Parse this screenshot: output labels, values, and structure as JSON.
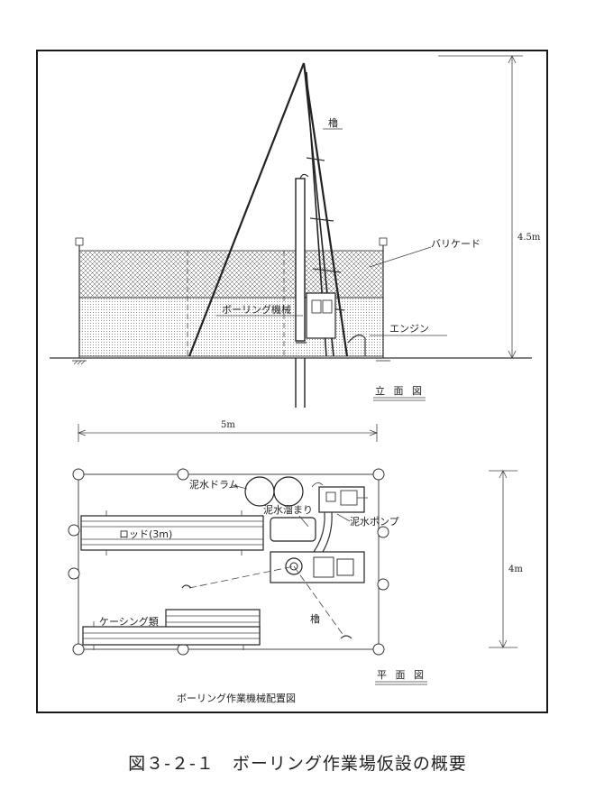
{
  "elevation": {
    "labels": {
      "pole": "櫓",
      "barricade": "バリケード",
      "boring_machine": "ボーリング機械",
      "engine": "エンジン",
      "height_dim": "4.5m"
    },
    "view_title": "立 面 図"
  },
  "plan": {
    "labels": {
      "width_dim": "5m",
      "depth_dim": "4m",
      "mud_drum": "泥水ドラム",
      "mud_pit": "泥水溜まり",
      "rod": "ロッド(3m)",
      "mud_pump": "泥水ポンプ",
      "casing": "ケーシング類",
      "pole": "櫓"
    },
    "view_title": "平 面 図"
  },
  "drawing_title": "ボーリング作業機械配置図",
  "caption": "図３-２-１　ボーリング作業場仮設の概要"
}
